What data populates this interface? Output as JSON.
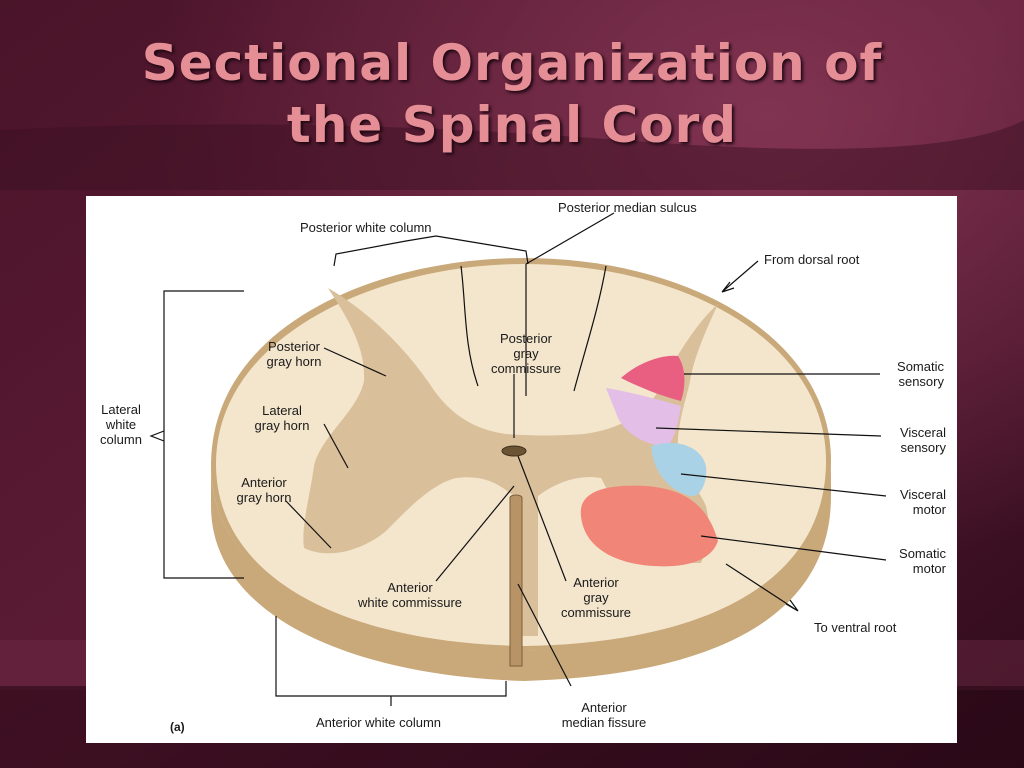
{
  "slide": {
    "title_line1": "Sectional Organization of",
    "title_line2": "the Spinal Cord"
  },
  "figure": {
    "panel_label": "(a)",
    "labels": {
      "posterior_white_column": "Posterior white column",
      "posterior_median_sulcus": "Posterior median sulcus",
      "from_dorsal_root": "From dorsal root",
      "posterior_gray_horn_1": "Posterior",
      "posterior_gray_horn_2": "gray horn",
      "posterior_gray_commissure_1": "Posterior",
      "posterior_gray_commissure_2": "gray",
      "posterior_gray_commissure_3": "commissure",
      "lateral_white_column_1": "Lateral",
      "lateral_white_column_2": "white",
      "lateral_white_column_3": "column",
      "lateral_gray_horn_1": "Lateral",
      "lateral_gray_horn_2": "gray horn",
      "anterior_gray_horn_1": "Anterior",
      "anterior_gray_horn_2": "gray horn",
      "somatic_sensory_1": "Somatic",
      "somatic_sensory_2": "sensory",
      "visceral_sensory_1": "Visceral",
      "visceral_sensory_2": "sensory",
      "visceral_motor_1": "Visceral",
      "visceral_motor_2": "motor",
      "somatic_motor_1": "Somatic",
      "somatic_motor_2": "motor",
      "to_ventral_root": "To ventral root",
      "anterior_white_commissure_1": "Anterior",
      "anterior_white_commissure_2": "white commissure",
      "anterior_gray_commissure_1": "Anterior",
      "anterior_gray_commissure_2": "gray",
      "anterior_gray_commissure_3": "commissure",
      "anterior_white_column": "Anterior white column",
      "anterior_median_fissure_1": "Anterior",
      "anterior_median_fissure_2": "median fissure"
    },
    "colors": {
      "white_matter": "#f4e6cc",
      "gray_matter": "#d9bf9a",
      "cord_edge": "#c9a97a",
      "somatic_sensory": "#e85f82",
      "visceral_sensory": "#e3bee6",
      "visceral_motor": "#a9d2e6",
      "somatic_motor": "#f08578"
    }
  }
}
